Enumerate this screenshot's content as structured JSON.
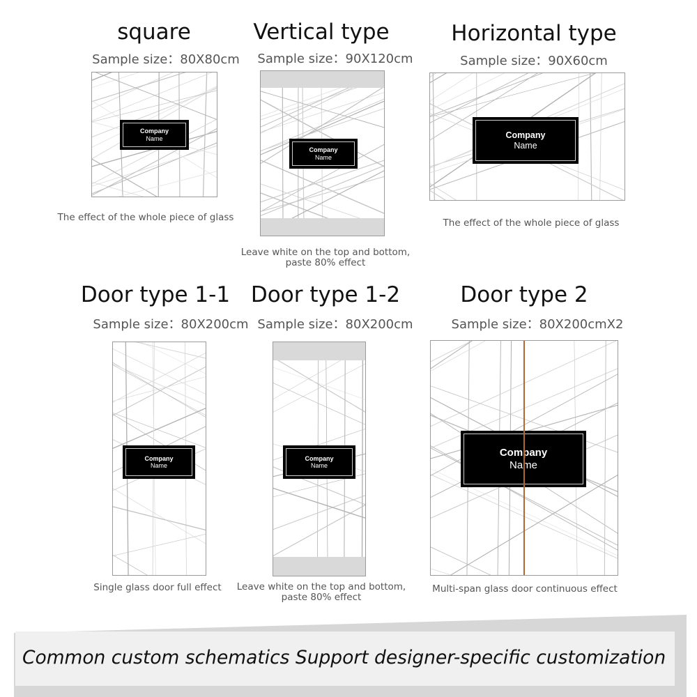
{
  "logo": {
    "line1": "Company",
    "line2": "Name"
  },
  "items": [
    {
      "id": "square",
      "title": "square",
      "size": "Sample size：80X80cm",
      "caption": [
        "The effect of the whole piece of glass"
      ]
    },
    {
      "id": "vertical",
      "title": "Vertical type",
      "size": "Sample size：90X120cm",
      "caption": [
        "Leave white on the top and bottom,",
        "paste 80% effect"
      ]
    },
    {
      "id": "horizontal",
      "title": "Horizontal type",
      "size": "Sample size：90X60cm",
      "caption": [
        "The effect of the whole piece of glass"
      ]
    },
    {
      "id": "door11",
      "title": "Door type 1-1",
      "size": "Sample size：80X200cm",
      "caption": [
        "Single glass door full effect"
      ]
    },
    {
      "id": "door12",
      "title": "Door type 1-2",
      "size": "Sample size：80X200cm",
      "caption": [
        "Leave white on the top and bottom,",
        "paste 80% effect"
      ]
    },
    {
      "id": "door2",
      "title": "Door type 2",
      "size": "Sample size：80X200cmX2",
      "caption": [
        "Multi-span glass door continuous effect"
      ]
    }
  ],
  "footer": {
    "text": "Common custom schematics Support designer-specific customization"
  },
  "colors": {
    "logo_bg": "#000000",
    "band": "#d9d9d9",
    "seam": "#b5652e",
    "footer_bg": "#f0f0f0"
  }
}
